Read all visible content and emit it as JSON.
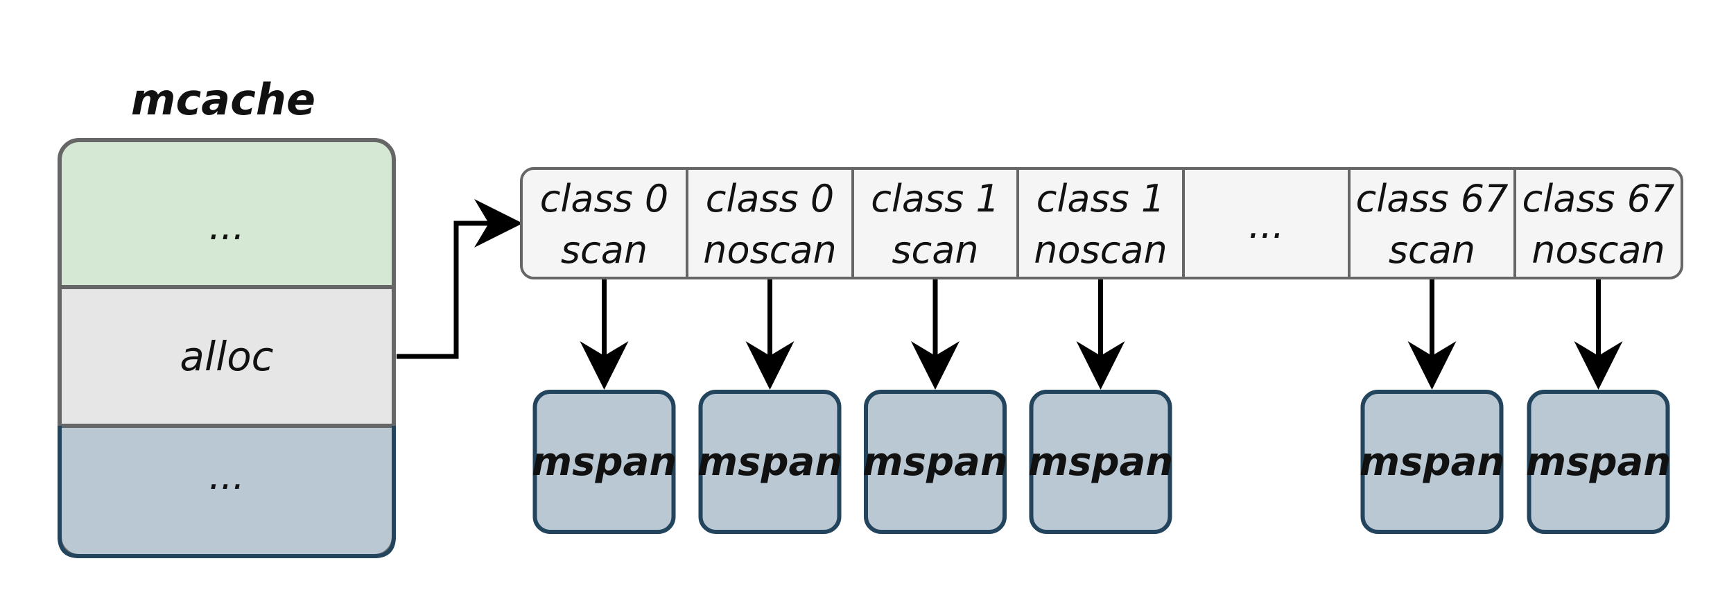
{
  "title": "mcache",
  "cache_sections": [
    {
      "label": "...",
      "fill": "#d5e8d4"
    },
    {
      "label": "alloc",
      "fill": "#e6e6e6"
    },
    {
      "label": "...",
      "fill": "#bac8d3"
    }
  ],
  "alloc_cells": [
    {
      "line1": "class 0",
      "line2": "scan",
      "has_span": true
    },
    {
      "line1": "class 0",
      "line2": "noscan",
      "has_span": true
    },
    {
      "line1": "class 1",
      "line2": "scan",
      "has_span": true
    },
    {
      "line1": "class 1",
      "line2": "noscan",
      "has_span": true
    },
    {
      "line1": "...",
      "line2": "",
      "has_span": false
    },
    {
      "line1": "class 67",
      "line2": "scan",
      "has_span": true
    },
    {
      "line1": "class 67",
      "line2": "noscan",
      "has_span": true
    }
  ],
  "span_label": "mspan",
  "colors": {
    "stroke": "#666666",
    "array_fill": "#f5f5f5",
    "span_fill": "#bac8d3",
    "span_stroke": "#23445d",
    "arrow": "#000000"
  }
}
